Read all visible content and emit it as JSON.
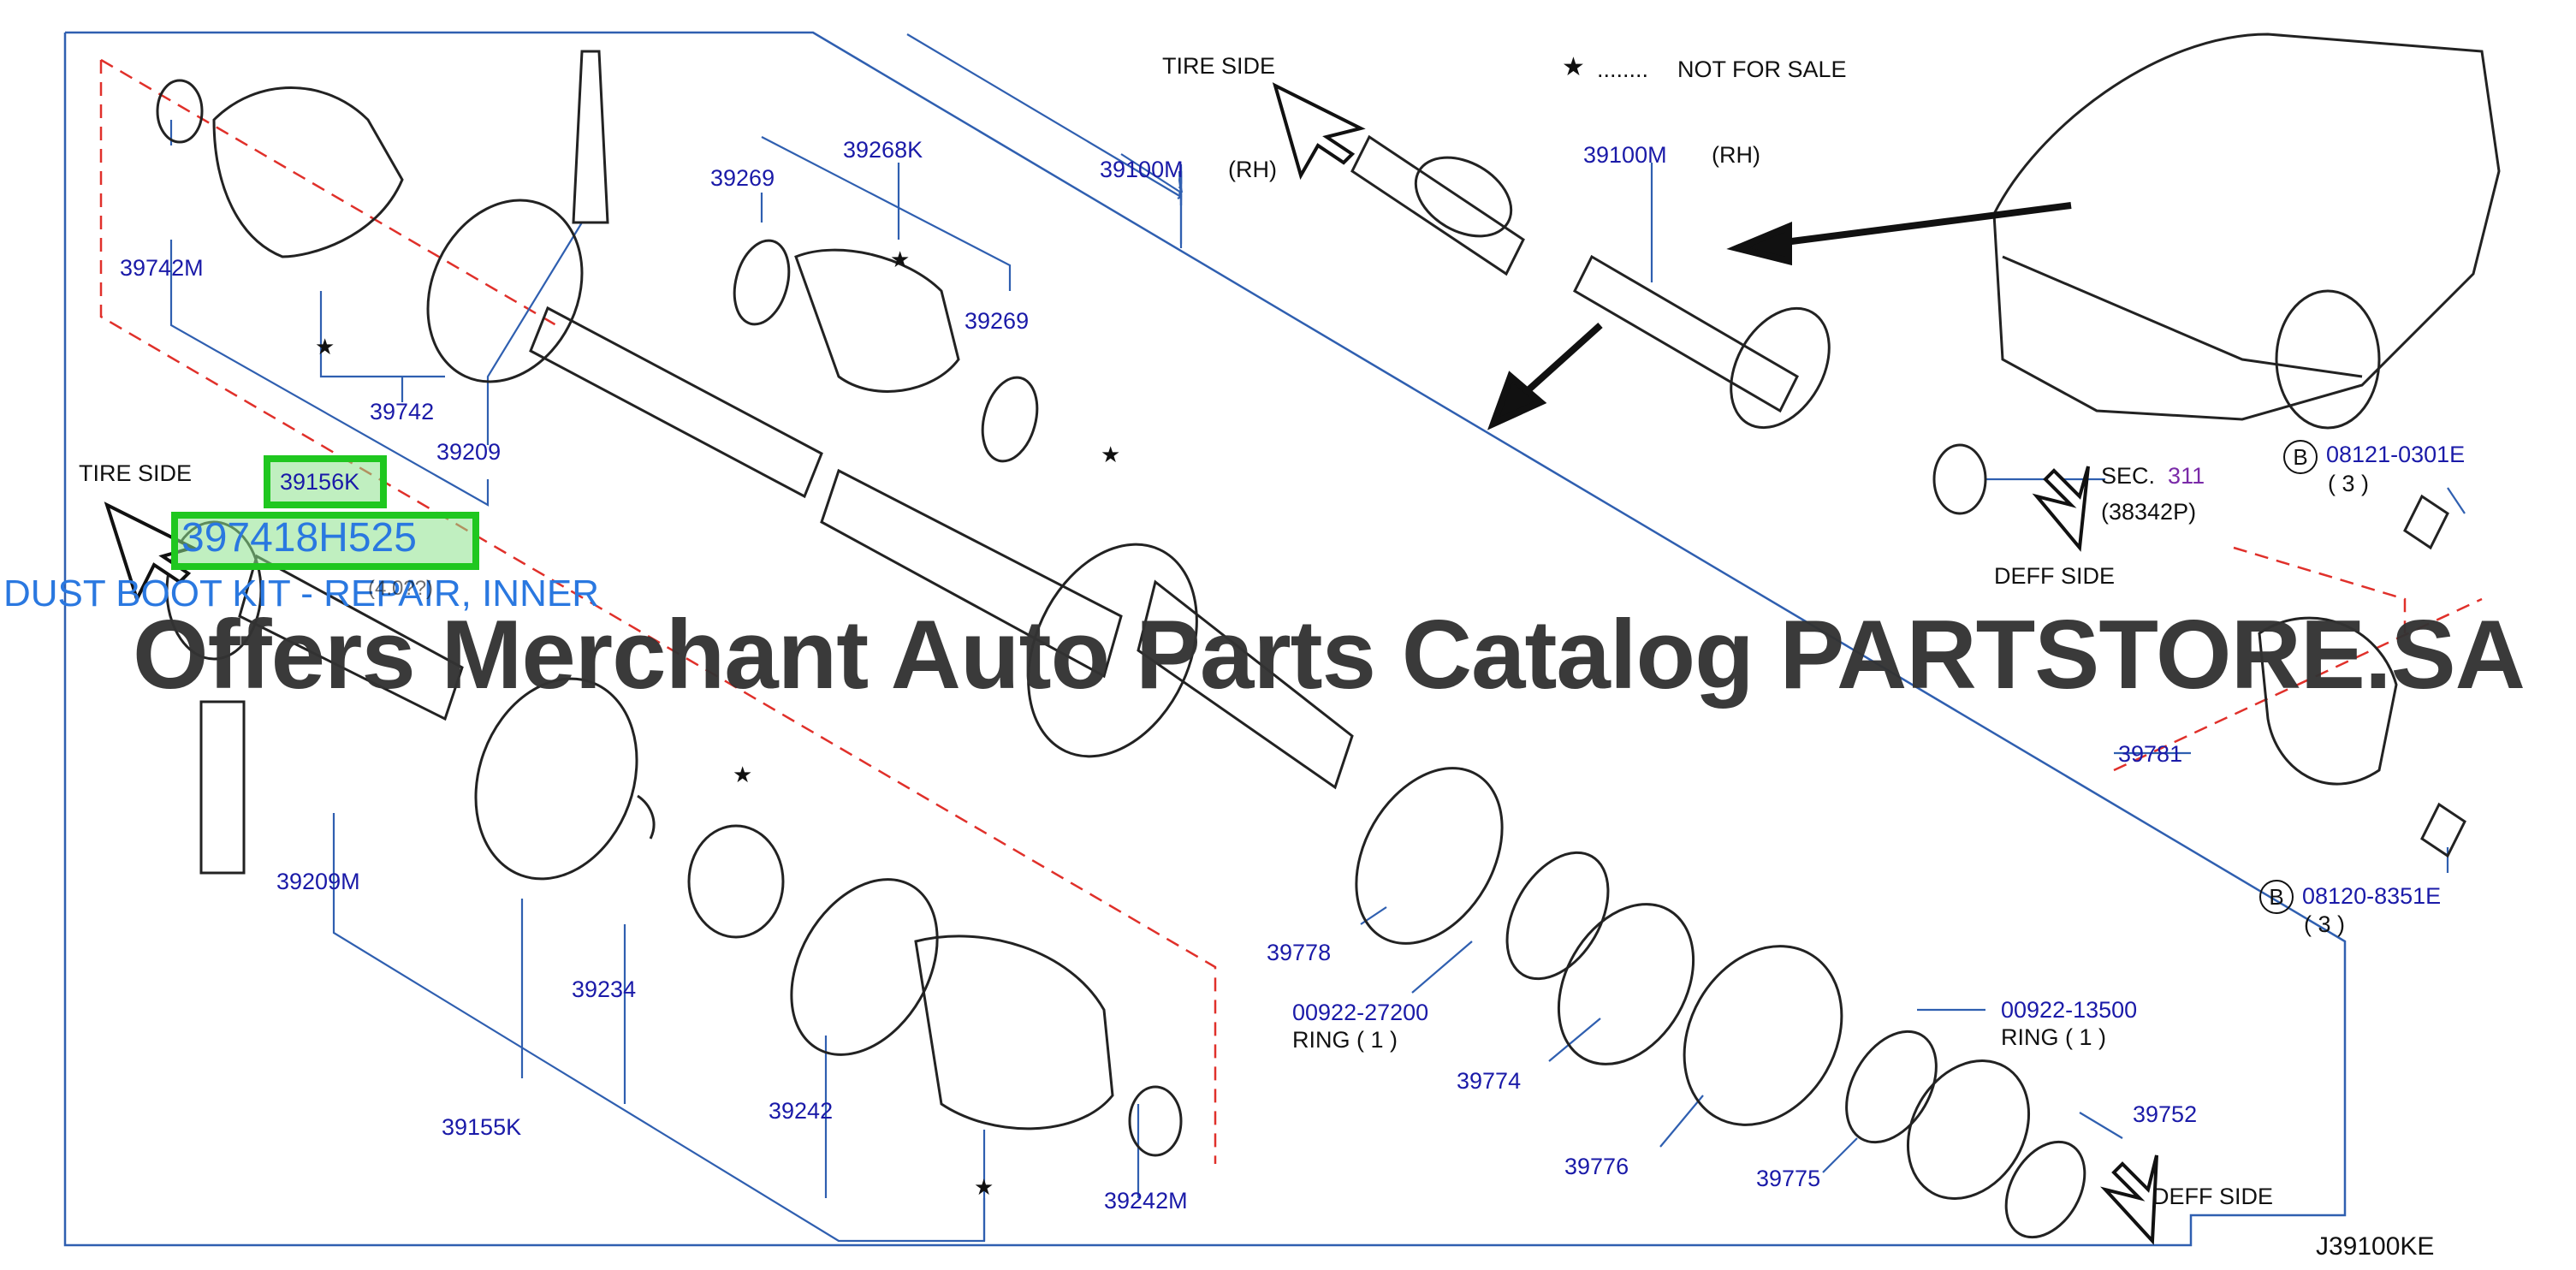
{
  "notice": {
    "star": "★",
    "dots": "........",
    "text": "NOT  FOR  SALE"
  },
  "directions": {
    "tire_side_top": "TIRE   SIDE",
    "tire_side_left": "TIRE   SIDE",
    "deff_side_mid": "DEFF   SIDE",
    "deff_side_bottom": "DEFF   SIDE"
  },
  "parts": {
    "p39742M": "39742M",
    "p39742": "39742",
    "p39209": "39209",
    "p39156K": "39156K",
    "p39209M": "39209M",
    "p39234": "39234",
    "p39155K": "39155K",
    "p39242": "39242",
    "p39242M": "39242M",
    "p39269a": "39269",
    "p39268K": "39268K",
    "p39269b": "39269",
    "p39100M_left": "39100M",
    "rh_left": "(RH)",
    "p39100M_right": "39100M",
    "rh_right": "(RH)",
    "p39778": "39778",
    "p00922_27200": "00922-27200",
    "ring_1a": "RING   ( 1 )",
    "p39774": "39774",
    "p39776": "39776",
    "p39775": "39775",
    "p00922_13500": "00922-13500",
    "ring_1b": "RING   ( 1 )",
    "p39752": "39752",
    "p39781": "39781",
    "bolt_top_code": "08121-0301E",
    "bolt_top_qty": "( 3 )",
    "bolt_bottom_code": "08120-8351E",
    "bolt_bottom_qty": "( 3 )",
    "b_marker": "B",
    "sec_prefix": "SEC.",
    "sec_num": "311",
    "sec_sub": "(38342P)",
    "hidden_sec": "SEC. 3??"
  },
  "callout": {
    "part_number": "397418H525",
    "description": "DUST BOOT KIT - REPAIR, INNER",
    "obscured": "(4.0??)"
  },
  "watermark": "Offers Merchant Auto Parts Catalog PARTSTORE.SA",
  "diagram_code": "J39100KE",
  "colors": {
    "leader_line": "#2f5fb0",
    "part_label": "#1a1aa8",
    "outline": "#222222",
    "dashed": "#e0302a",
    "highlight": "#1fc71f",
    "callout": "#2a78e0"
  }
}
